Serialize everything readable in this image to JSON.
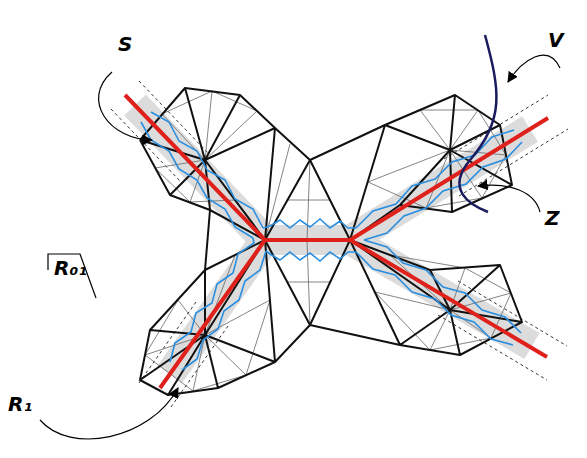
{
  "diagram": {
    "labels": [
      "S",
      "V",
      "Z",
      "R₀₁",
      "R₁"
    ]
  }
}
